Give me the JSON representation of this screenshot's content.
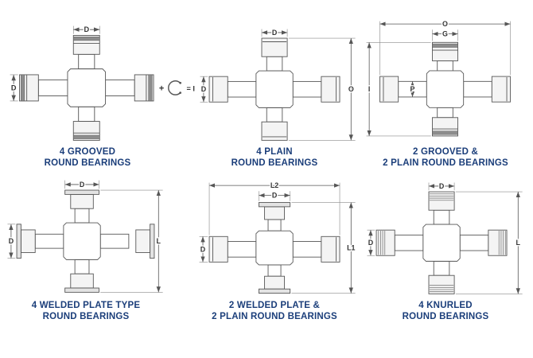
{
  "colors": {
    "caption": "#1b3e7a",
    "line": "#565656",
    "dim_text": "#333333"
  },
  "diagrams": [
    {
      "caption_line1": "4 GROOVED",
      "caption_line2": "ROUND BEARINGS",
      "dims": {
        "top": "D",
        "left": "D",
        "plus": "+",
        "ring_equals": "= I"
      }
    },
    {
      "caption_line1": "4 PLAIN",
      "caption_line2": "ROUND BEARINGS",
      "dims": {
        "top": "D",
        "left": "D",
        "right": "O"
      }
    },
    {
      "caption_line1": "2 GROOVED &",
      "caption_line2": "2 PLAIN ROUND BEARINGS",
      "dims": {
        "top": "O",
        "top_inner": "G",
        "center": "P",
        "left": "I"
      }
    },
    {
      "caption_line1": "4 WELDED PLATE TYPE",
      "caption_line2": "ROUND BEARINGS",
      "dims": {
        "top": "D",
        "left": "D",
        "right": "L"
      }
    },
    {
      "caption_line1": "2 WELDED PLATE &",
      "caption_line2": "2 PLAIN ROUND BEARINGS",
      "dims": {
        "top": "L2",
        "top_inner": "D",
        "left": "D",
        "right": "L1"
      }
    },
    {
      "caption_line1": "4 KNURLED",
      "caption_line2": "ROUND BEARINGS",
      "dims": {
        "top": "D",
        "left": "D",
        "right": "L"
      }
    }
  ]
}
